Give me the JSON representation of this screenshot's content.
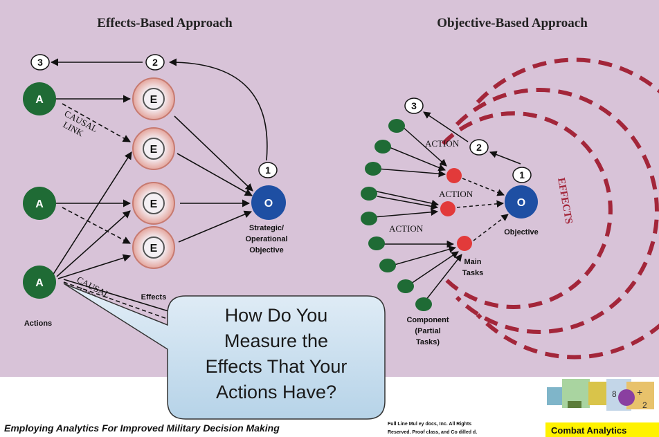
{
  "left": {
    "title": "Effects-Based Approach",
    "action_letter": "A",
    "effect_letter": "E",
    "objective_letter": "O",
    "objective_label": [
      "Strategic/",
      "Operational",
      "Objective"
    ],
    "actions_label": "Actions",
    "effects_label": "Effects",
    "causal_link_label": [
      "CAUSAL",
      "LINK"
    ],
    "step_numbers": [
      "1",
      "2",
      "3"
    ]
  },
  "right": {
    "title": "Objective-Based Approach",
    "objective_letter": "O",
    "objective_label": "Objective",
    "action_label": "ACTION",
    "main_tasks_label": [
      "Main",
      "Tasks"
    ],
    "component_label": [
      "Component",
      "(Partial",
      "Tasks)"
    ],
    "effects_label": "EFFECTS",
    "step_numbers": [
      "1",
      "2",
      "3"
    ]
  },
  "callout": {
    "lines": [
      "How Do You",
      "Measure the",
      "Effects That Your",
      "Actions Have?"
    ]
  },
  "footer": {
    "title": "Employing Analytics For Improved Military Decision Making",
    "copyright": [
      "Full Line Mul ey docs, Inc.  All Rights",
      "Reserved.  Proof class, and Co dilled d."
    ],
    "badge": "Combat Analytics"
  },
  "colors": {
    "background": "#d8c3d8",
    "action_green": "#1f6b35",
    "objective_blue": "#1e4fa3",
    "effect_ring": "#e6a9a0",
    "task_red": "#e23a3a",
    "effects_dash": "#a3263a",
    "callout_fill": "#c9dfee",
    "badge_yellow": "#fff200"
  }
}
